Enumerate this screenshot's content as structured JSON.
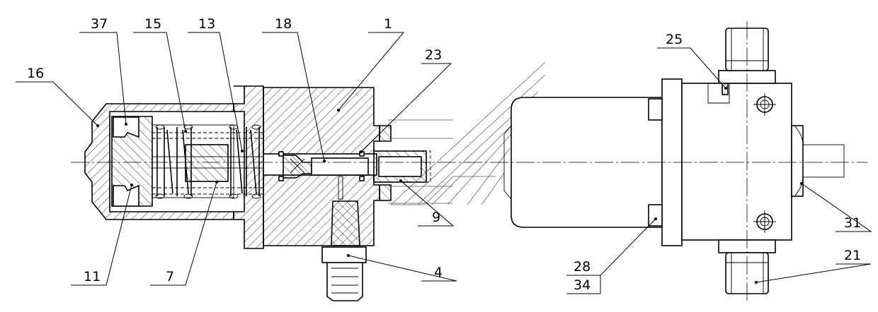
{
  "callouts": {
    "c37": "37",
    "c15": "15",
    "c13": "13",
    "c18": "18",
    "c1": "1",
    "c23": "23",
    "c16": "16",
    "c25": "25",
    "c11": "11",
    "c7": "7",
    "c4": "4",
    "c9": "9",
    "c28": "28",
    "c34": "34",
    "c21": "21",
    "c31": "31"
  }
}
